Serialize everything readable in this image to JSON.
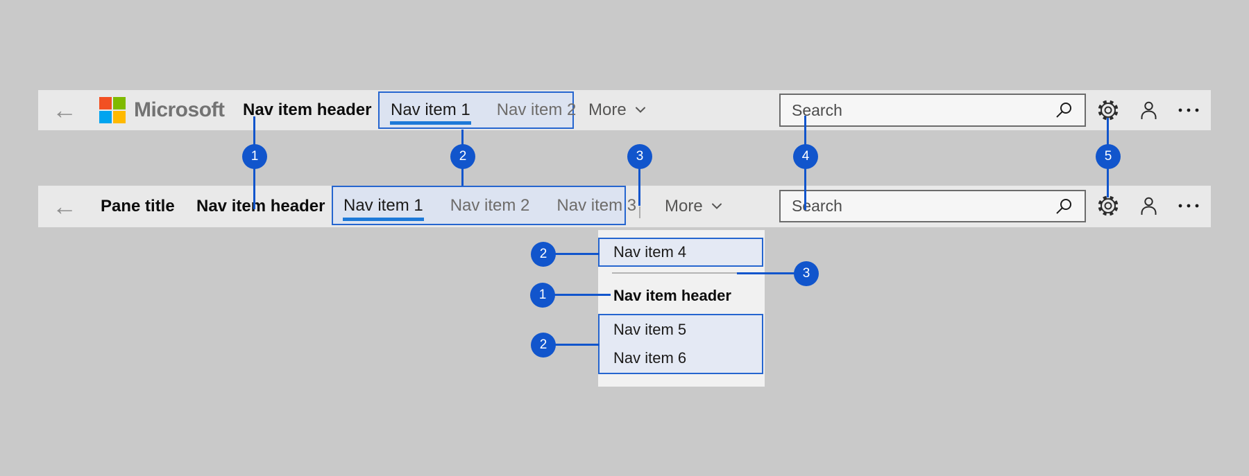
{
  "colors": {
    "page_bg": "#c9c9c9",
    "bar_bg": "#e9e9e9",
    "flyout_bg": "#f1f1f1",
    "annotation_blue": "#1155cc",
    "annotation_box_border": "#2565cf",
    "annotation_box_fill": "#dce3f1",
    "flyout_item_fill": "#e4e9f4",
    "selected_underline": "#1d79d8",
    "microsoft_gray": "#737373"
  },
  "microsoft_logo": {
    "label": "Microsoft",
    "square_colors": [
      "#f25022",
      "#7fba00",
      "#00a4ef",
      "#ffb900"
    ]
  },
  "top_bar": {
    "nav_item_header": "Nav item header",
    "nav_items": [
      {
        "label": "Nav item 1",
        "selected": true
      },
      {
        "label": "Nav item 2",
        "selected": false
      }
    ],
    "more_label": "More",
    "search_placeholder": "Search"
  },
  "pane_bar": {
    "pane_title": "Pane title",
    "nav_item_header": "Nav item header",
    "nav_items": [
      {
        "label": "Nav item 1",
        "selected": true
      },
      {
        "label": "Nav item 2",
        "selected": false
      },
      {
        "label": "Nav item 3",
        "selected": false
      }
    ],
    "more_label": "More",
    "search_placeholder": "Search"
  },
  "flyout": {
    "top_item": "Nav item 4",
    "header": "Nav item header",
    "bottom_items": [
      "Nav item 5",
      "Nav item 6"
    ]
  },
  "callouts": {
    "row": [
      {
        "n": "1"
      },
      {
        "n": "2"
      },
      {
        "n": "3"
      },
      {
        "n": "4"
      },
      {
        "n": "5"
      }
    ],
    "flyout_top_item": "2",
    "flyout_divider": "3",
    "flyout_header": "1",
    "flyout_bottom_items": "2"
  }
}
